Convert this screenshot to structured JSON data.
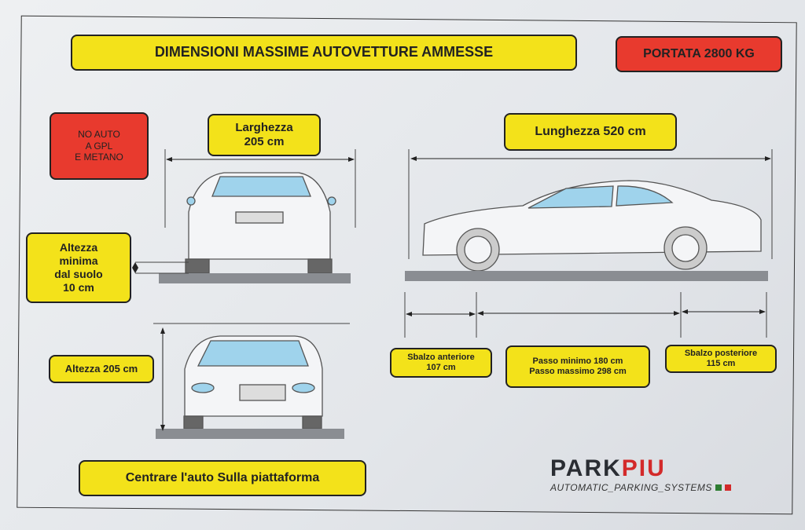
{
  "title": "DIMENSIONI MASSIME AUTOVETTURE AMMESSE",
  "capacity": "PORTATA 2800 KG",
  "warning": [
    "NO AUTO",
    "A GPL",
    "E METANO"
  ],
  "width_label": [
    "Larghezza",
    "205 cm"
  ],
  "length_label": "Lunghezza 520 cm",
  "ground_clearance": [
    "Altezza",
    "minima",
    "dal suolo",
    "10 cm"
  ],
  "height_label": "Altezza 205 cm",
  "front_overhang": [
    "Sbalzo anteriore",
    "107 cm"
  ],
  "wheelbase": [
    "Passo minimo 180 cm",
    "Passo massimo 298 cm"
  ],
  "rear_overhang": [
    "Sbalzo posteriore",
    "115 cm"
  ],
  "instruction": "Centrare l'auto Sulla piattaforma",
  "brand": {
    "part1": "PARK",
    "part2": "PIU",
    "tagline": "AUTOMATIC_PARKING_SYSTEMS"
  },
  "colors": {
    "yellow": "#f3e21a",
    "red": "#e83a2e"
  }
}
